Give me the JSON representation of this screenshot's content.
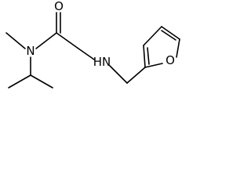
{
  "diagram": {
    "type": "skeletal-structural-formula",
    "atom_labels": {
      "carbonyl_oxygen": "O",
      "amide_nitrogen": "N",
      "amine": "HN",
      "furan_oxygen": "O"
    },
    "colors": {
      "bond": "#000000",
      "label": "#000000",
      "background": "#ffffff"
    }
  }
}
